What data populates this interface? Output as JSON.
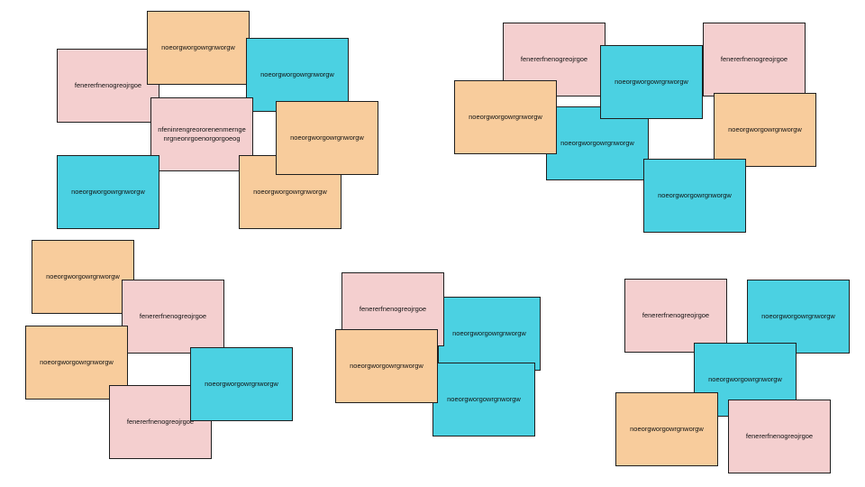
{
  "colors": {
    "pink": "#f4cfcf",
    "orange": "#f8cc9c",
    "cyan": "#4bd1e2",
    "border": "#1f1f1f",
    "background": "#ffffff"
  },
  "clusters": [
    {
      "notes": [
        {
          "color": "pink",
          "text": "fenererfnenogreojrgoe"
        },
        {
          "color": "orange",
          "text": "noeorgworgowrgnworgw"
        },
        {
          "color": "cyan",
          "text": "noeorgworgowrgnworgw"
        },
        {
          "color": "pink",
          "text": "nfeninrengreororenenmerngenrgneonrgoenorgorgoeog"
        },
        {
          "color": "cyan",
          "text": "noeorgworgowrgnworgw"
        },
        {
          "color": "orange",
          "text": "noeorgworgowrgnworgw"
        },
        {
          "color": "orange",
          "text": "noeorgworgowrgnworgw"
        }
      ]
    },
    {
      "notes": [
        {
          "color": "pink",
          "text": "fenererfnenogreojrgoe"
        },
        {
          "color": "pink",
          "text": "fenererfnenogreojrgoe"
        },
        {
          "color": "cyan",
          "text": "noeorgworgowrgnworgw"
        },
        {
          "color": "cyan",
          "text": "noeorgworgowrgnworgw"
        },
        {
          "color": "orange",
          "text": "noeorgworgowrgnworgw"
        },
        {
          "color": "orange",
          "text": "noeorgworgowrgnworgw"
        },
        {
          "color": "cyan",
          "text": "noeorgworgowrgnworgw"
        }
      ]
    },
    {
      "notes": [
        {
          "color": "orange",
          "text": "noeorgworgowrgnworgw"
        },
        {
          "color": "pink",
          "text": "fenererfnenogreojrgoe"
        },
        {
          "color": "orange",
          "text": "noeorgworgowrgnworgw"
        },
        {
          "color": "pink",
          "text": "fenererfnenogreojrgoe"
        },
        {
          "color": "cyan",
          "text": "noeorgworgowrgnworgw"
        }
      ]
    },
    {
      "notes": [
        {
          "color": "cyan",
          "text": "noeorgworgowrgnworgw"
        },
        {
          "color": "cyan",
          "text": "noeorgworgowrgnworgw"
        },
        {
          "color": "pink",
          "text": "fenererfnenogreojrgoe"
        },
        {
          "color": "orange",
          "text": "noeorgworgowrgnworgw"
        }
      ]
    },
    {
      "notes": [
        {
          "color": "pink",
          "text": "fenererfnenogreojrgoe"
        },
        {
          "color": "cyan",
          "text": "noeorgworgowrgnworgw"
        },
        {
          "color": "cyan",
          "text": "noeorgworgowrgnworgw"
        },
        {
          "color": "orange",
          "text": "noeorgworgowrgnworgw"
        },
        {
          "color": "pink",
          "text": "fenererfnenogreojrgoe"
        }
      ]
    }
  ]
}
